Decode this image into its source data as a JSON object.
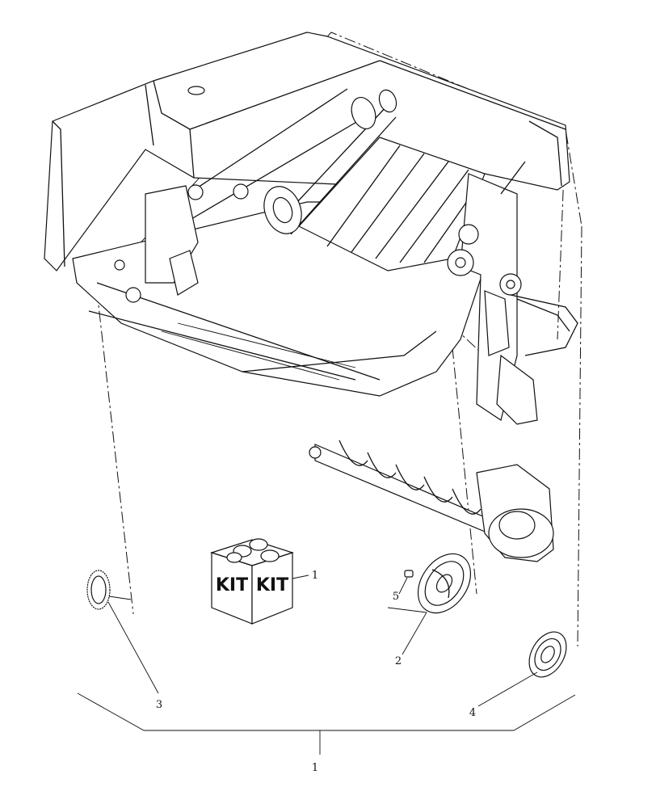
{
  "callouts": {
    "c1_kit": "1",
    "c2": "2",
    "c3": "3",
    "c4": "4",
    "c5": "5",
    "c1_assembly": "1"
  },
  "kit_box": {
    "left_label": "KIT",
    "right_label": "KIT"
  }
}
